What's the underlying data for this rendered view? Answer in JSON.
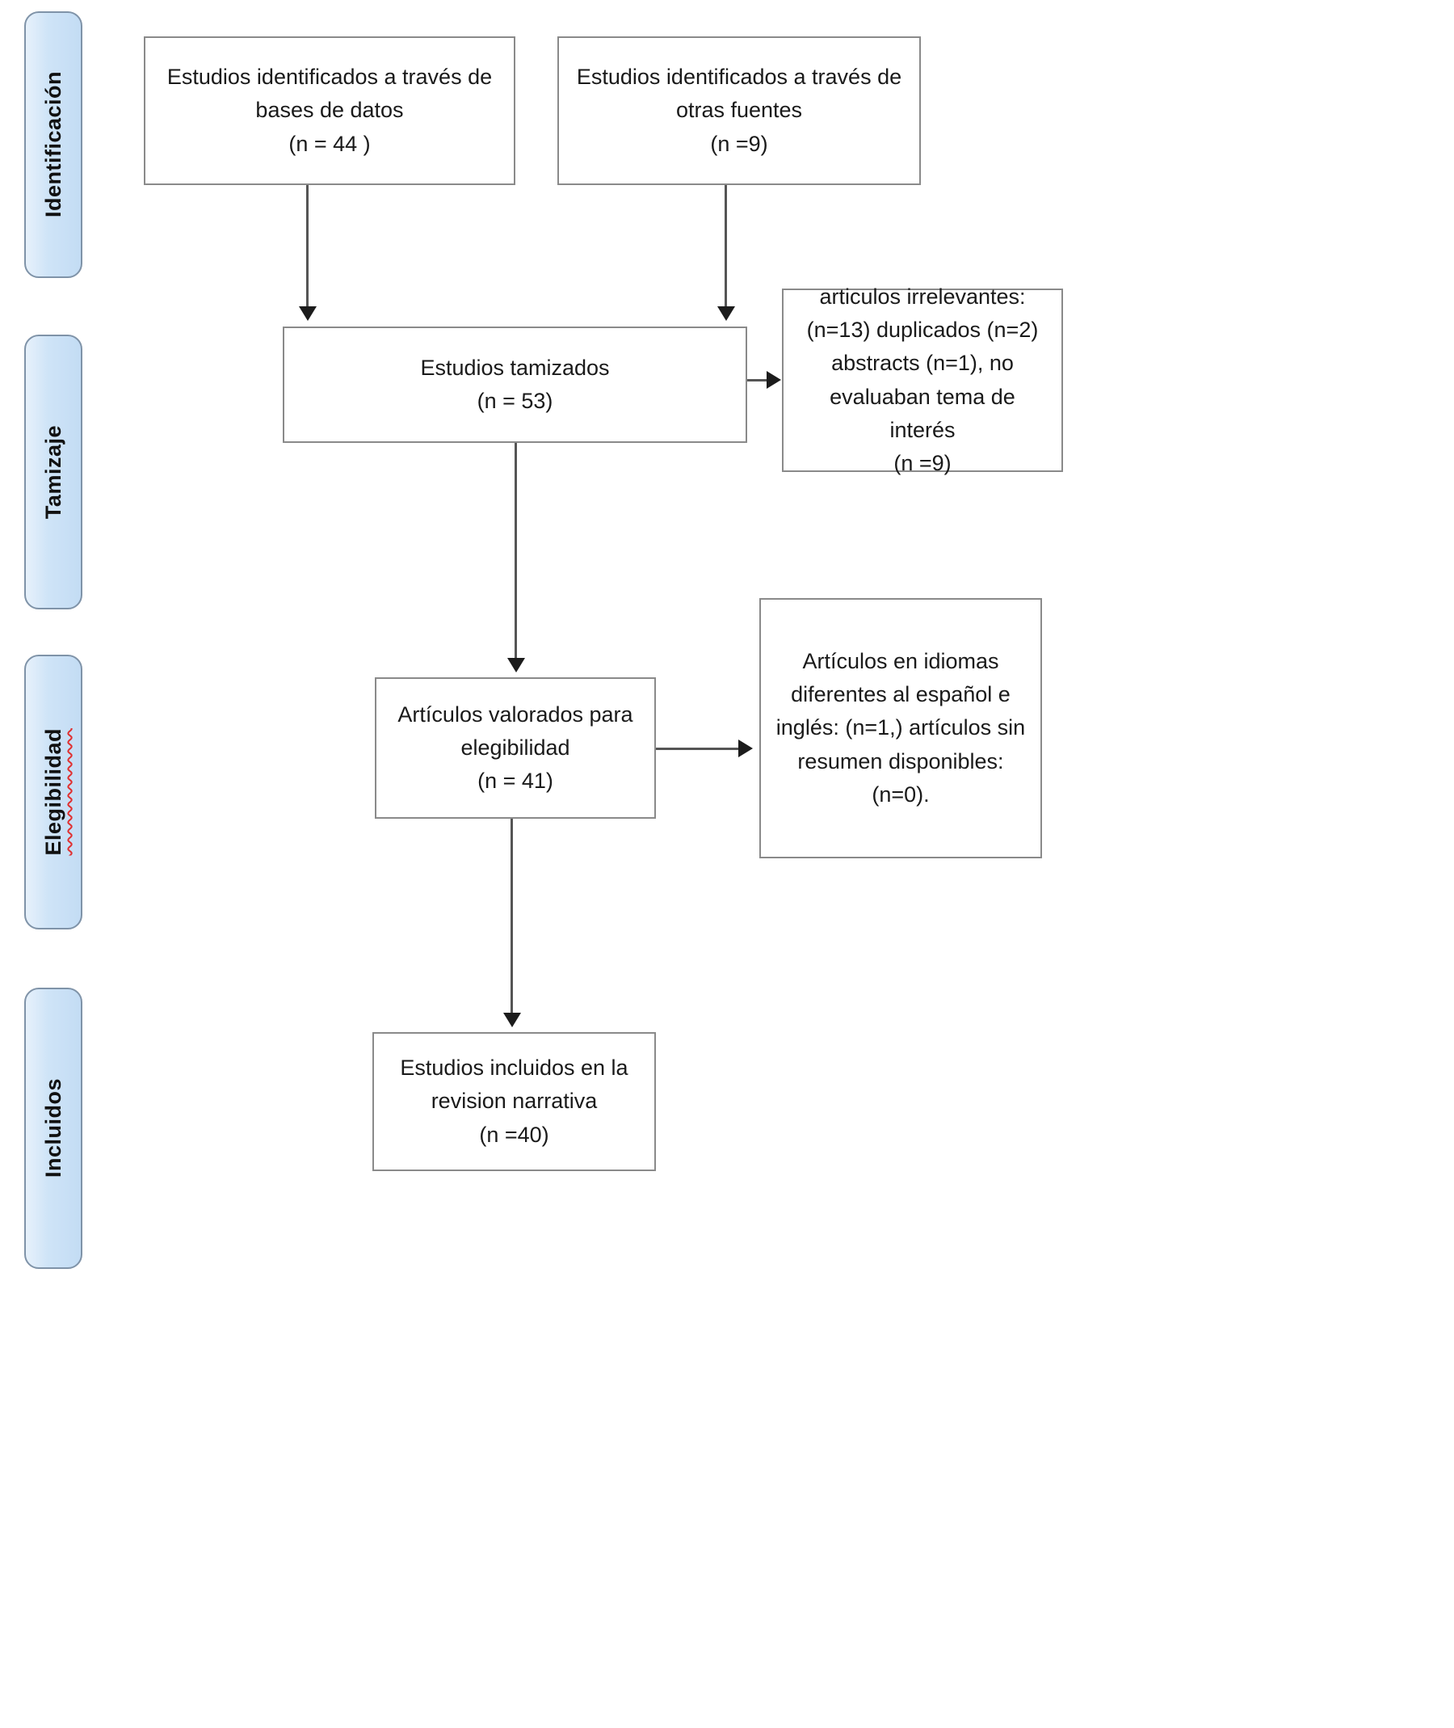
{
  "diagram": {
    "title": "PRISMA flow diagram",
    "stages": [
      {
        "id": "identificacion",
        "label": "Identificación",
        "misspelled": false
      },
      {
        "id": "tamizaje",
        "label": "Tamizaje",
        "misspelled": false
      },
      {
        "id": "elegibilidad",
        "label": "Elegibilidad",
        "misspelled": true
      },
      {
        "id": "incluidos",
        "label": "Incluidos",
        "misspelled": false
      }
    ],
    "boxes": {
      "databases": "Estudios identificados a través de\nbases de datos\n(n = 44 )",
      "other_sources": "Estudios identificados a través de\notras fuentes\n(n =9)",
      "screened": "Estudios tamizados\n(n = 53)",
      "irrelevant": "articulos irrelevantes:\n(n=13) duplicados (n=2)\nabstracts (n=1), no\nevaluaban tema de interés\n(n =9)",
      "eligibility": "Artículos valorados para\nelegibilidad\n(n = 41)",
      "excluded_language": "Artículos en idiomas\ndiferentes al español e\ninglés: (n=1,) artículos sin\nresumen disponibles:\n(n=0).",
      "included": "Estudios incluidos en la\nrevision narrativa\n(n =40)"
    },
    "colors": {
      "stage_fill": "#c9e0f5",
      "stage_border": "#7f93a8",
      "box_border": "#8a8a8a",
      "connector": "#555555",
      "arrow": "#1c1c1c",
      "spellcheck_underline": "#e03030"
    }
  }
}
